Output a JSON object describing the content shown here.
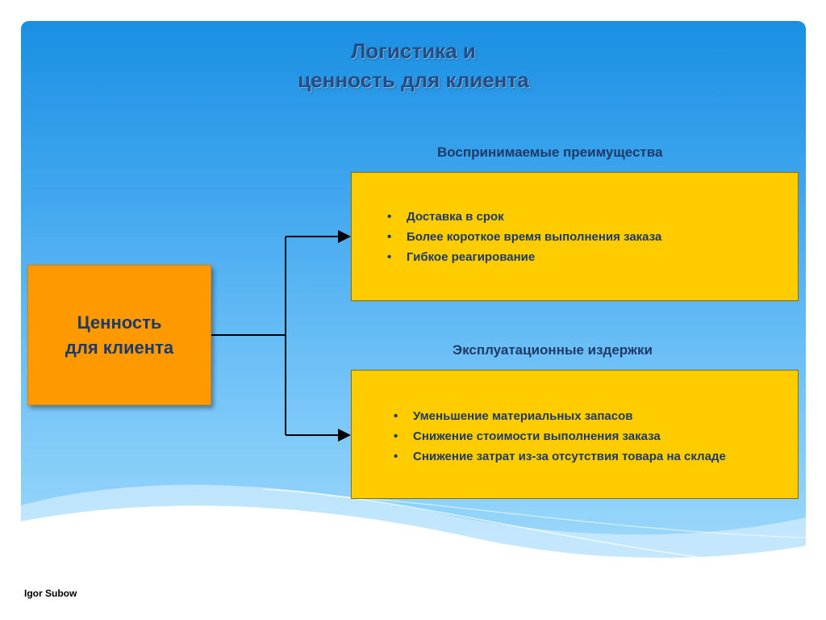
{
  "title": {
    "line1": "Логистика и",
    "line2": "ценность для клиента"
  },
  "center_node": {
    "label": "Ценность для клиента"
  },
  "benefits": {
    "heading": "Воспринимаемые преимущества",
    "items": [
      "Доставка в срок",
      "Более короткое время выполнения заказа",
      "Гибкое реагирование"
    ]
  },
  "costs": {
    "heading": "Эксплуатационные издержки",
    "items": [
      "Уменьшение материальных запасов",
      "Снижение стоимости выполнения заказа",
      "Снижение затрат из-за отсутствия товара на складе"
    ]
  },
  "bullet_symbol": "•",
  "author": "Igor Subow",
  "colors": {
    "background_top": "#1a8fe2",
    "background_bottom": "#a9dcfb",
    "yellow_box": "#ffcc00",
    "orange_box": "#ff9900",
    "text_dark_blue": "#1f3a66",
    "title_blue": "#1f4e8c"
  }
}
